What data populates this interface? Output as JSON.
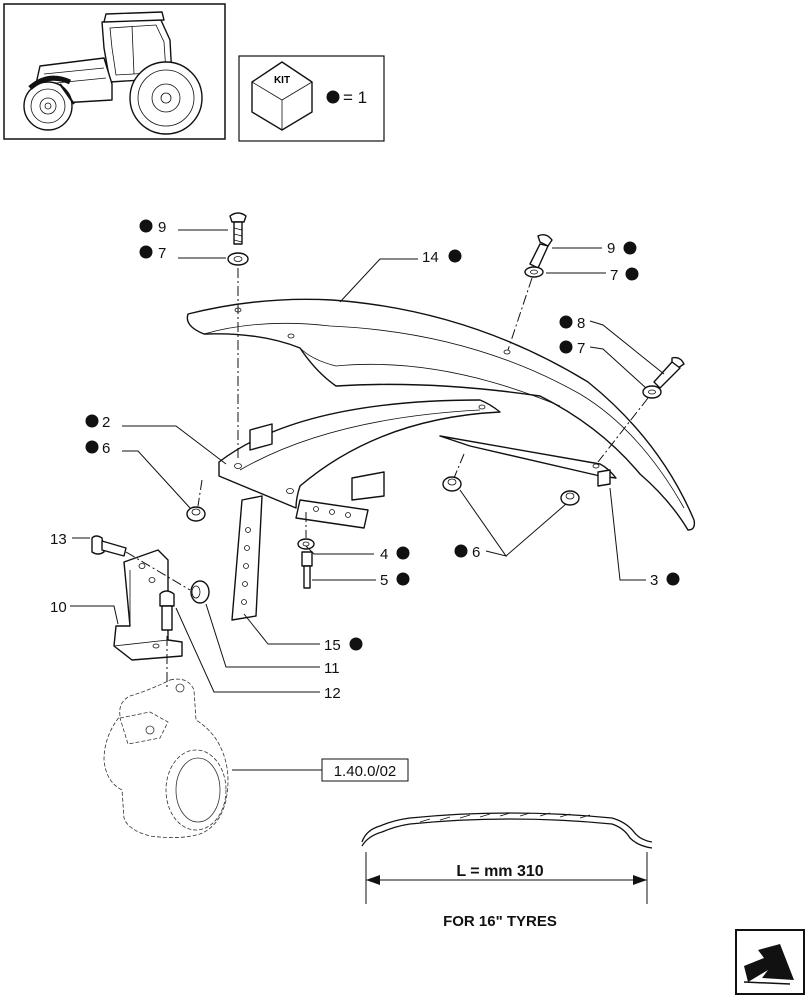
{
  "kit_box": {
    "label": "KIT",
    "equals_text": "= 1"
  },
  "callouts": {
    "c9a": "9",
    "c7a": "7",
    "c14": "14",
    "c9b": "9",
    "c7b": "7",
    "c8": "8",
    "c7c": "7",
    "c2": "2",
    "c6a": "6",
    "c13": "13",
    "c10": "10",
    "c4": "4",
    "c5": "5",
    "c6b": "6",
    "c3": "3",
    "c15": "15",
    "c11": "11",
    "c12": "12"
  },
  "reference_ref": "1.40.0/02",
  "dimension_text": "L = mm 310",
  "tyre_note": "FOR 16\" TYRES",
  "icons": [
    "tractor-thumbnail-icon",
    "kit-cube-icon",
    "next-page-arrow-icon"
  ]
}
